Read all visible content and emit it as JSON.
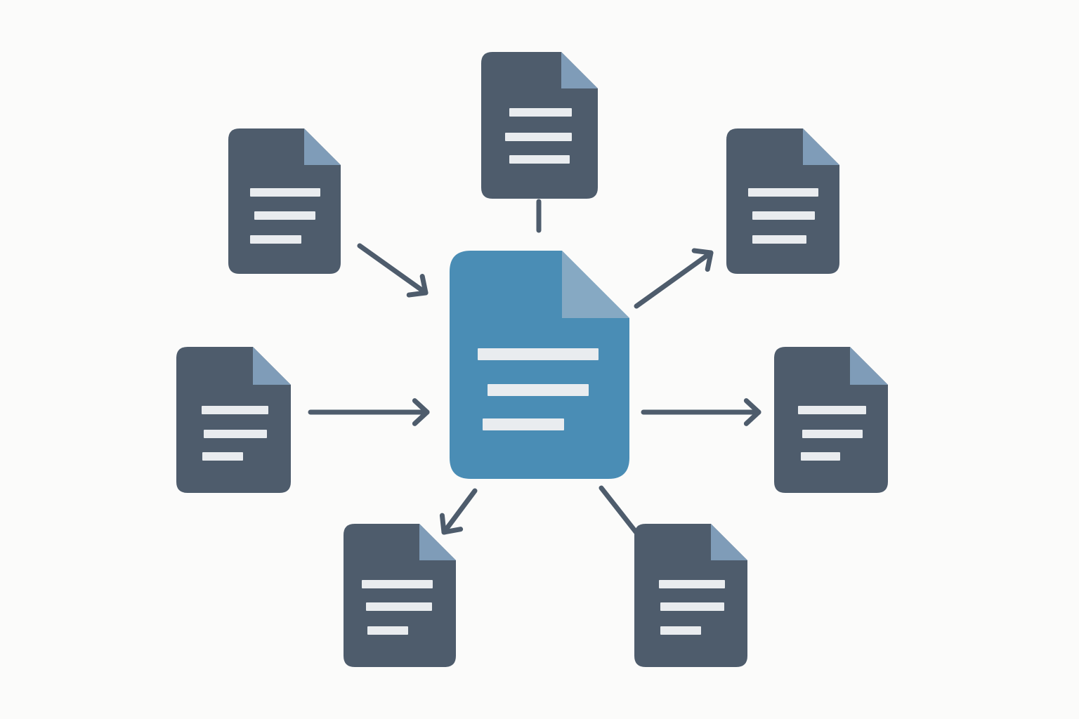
{
  "diagram": {
    "type": "hub-and-spoke",
    "colors": {
      "background": "#fbfbfa",
      "hub_body": "#4a8db5",
      "hub_fold": "#86a9c3",
      "node_body": "#4e5c6c",
      "node_fold": "#7f9cb8",
      "doc_lines": "#e9ecef",
      "connector": "#4e5c6c"
    },
    "hub": {
      "name": "central-document",
      "icon": "document-icon",
      "text_lines": 3
    },
    "nodes": [
      {
        "name": "doc-top",
        "icon": "document-icon",
        "text_lines": 3,
        "link": "line"
      },
      {
        "name": "doc-upper-left",
        "icon": "document-icon",
        "text_lines": 3,
        "link": "arrow-in"
      },
      {
        "name": "doc-upper-right",
        "icon": "document-icon",
        "text_lines": 3,
        "link": "arrow-out"
      },
      {
        "name": "doc-left",
        "icon": "document-icon",
        "text_lines": 3,
        "link": "arrow-in"
      },
      {
        "name": "doc-right",
        "icon": "document-icon",
        "text_lines": 3,
        "link": "arrow-out"
      },
      {
        "name": "doc-lower-left",
        "icon": "document-icon",
        "text_lines": 3,
        "link": "arrow-out"
      },
      {
        "name": "doc-lower-right",
        "icon": "document-icon",
        "text_lines": 3,
        "link": "line"
      }
    ]
  }
}
